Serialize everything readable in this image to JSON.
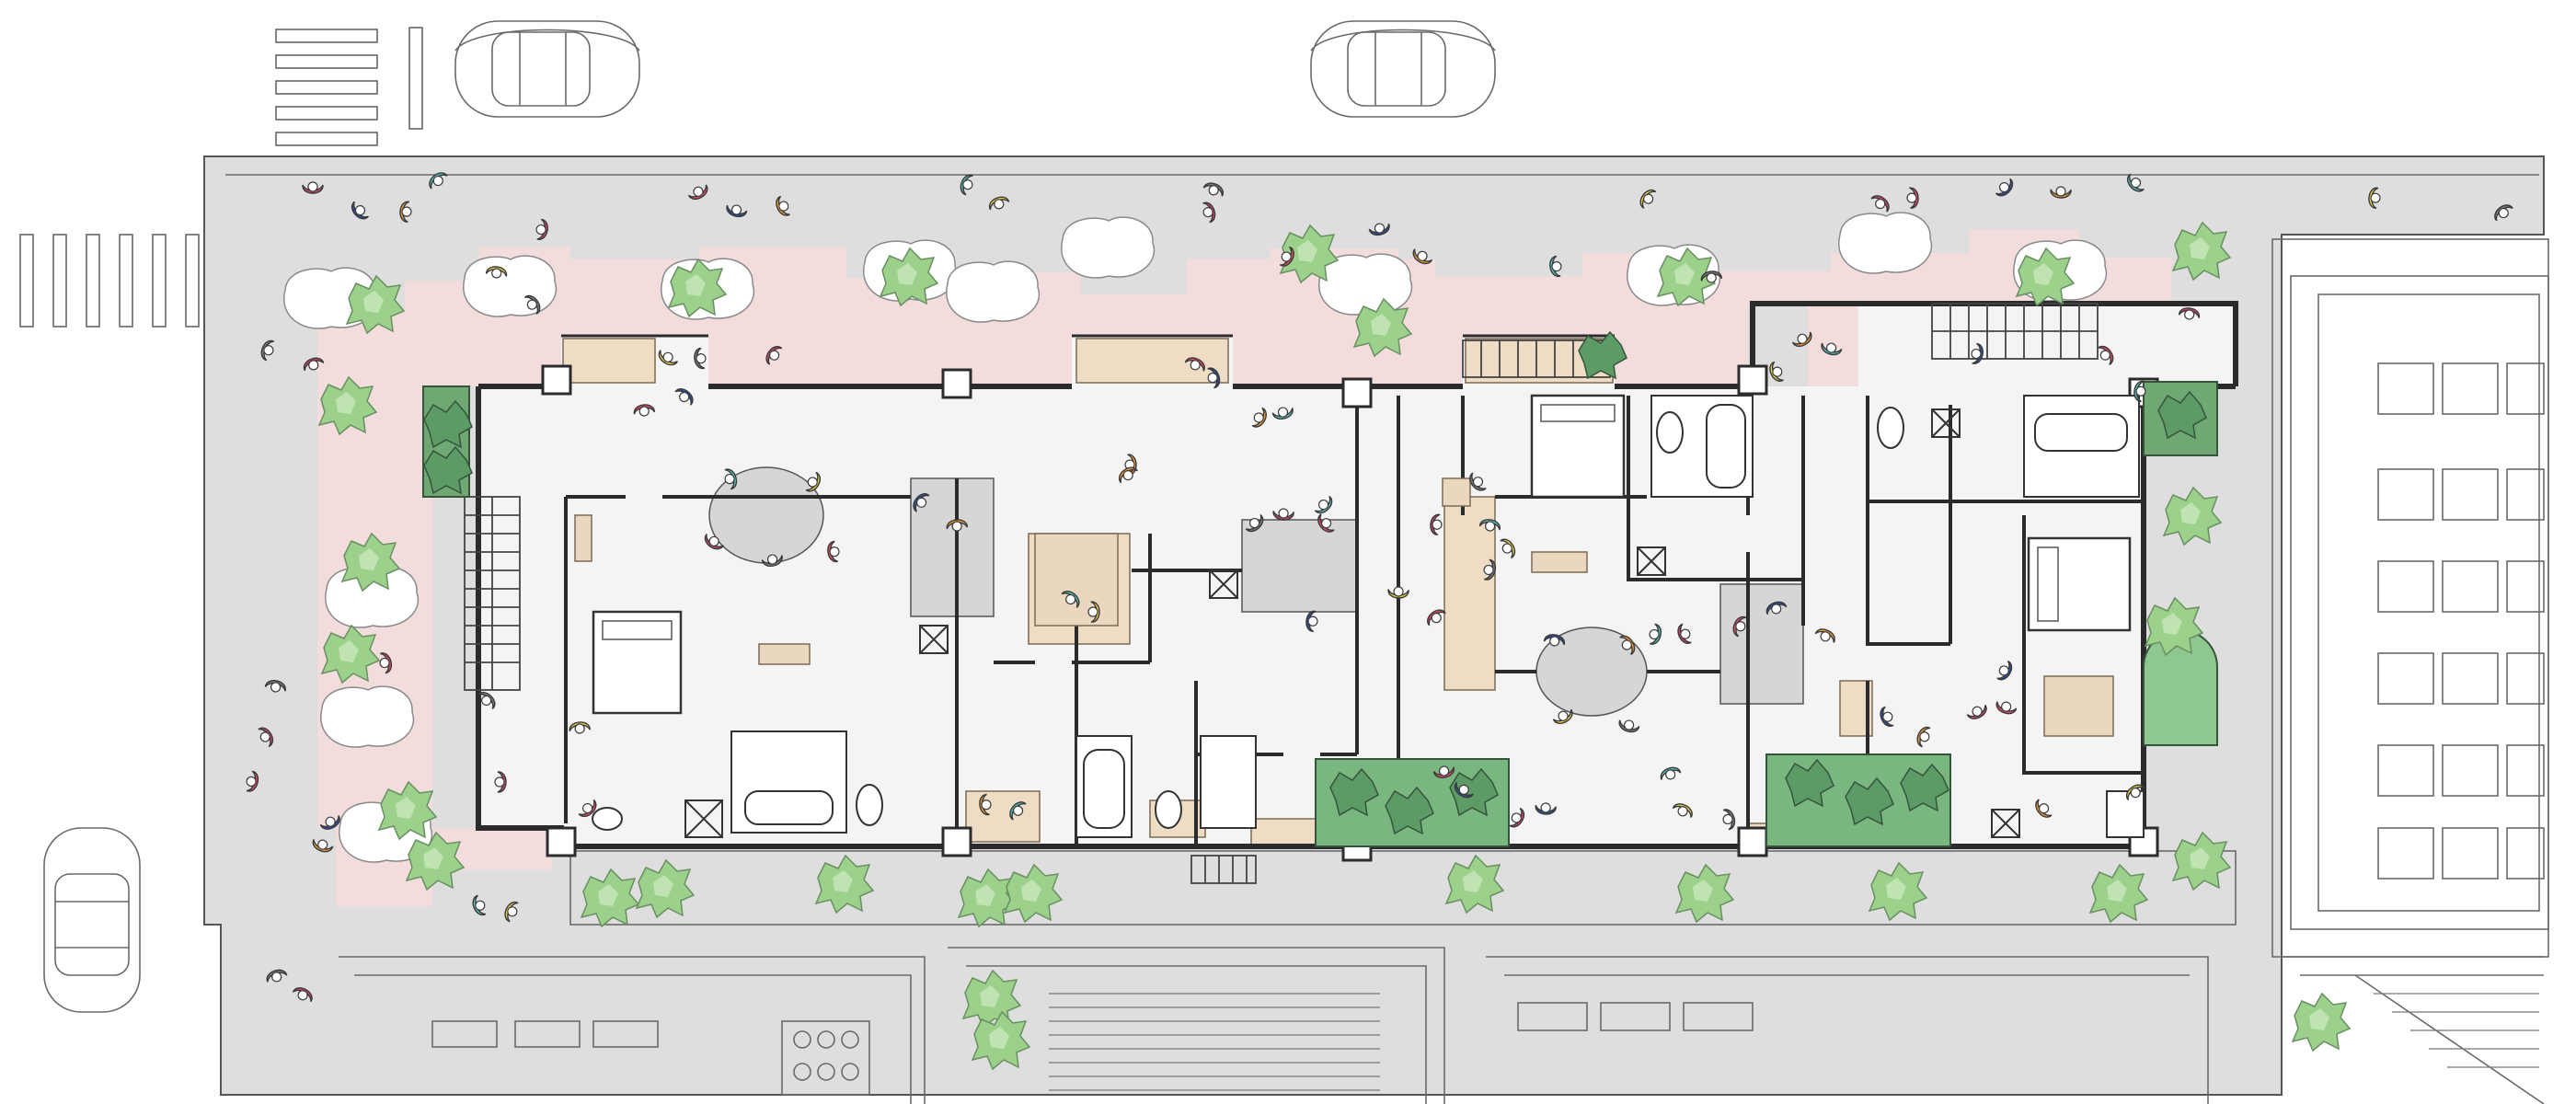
{
  "colors": {
    "street": "#dcdcdc",
    "plaza": "#f1dada",
    "interior": "#f4f4f4",
    "wood": "#eddcc6",
    "greenery": "#9bcf8f",
    "planting_dark": "#5f9a68",
    "blob": "#ffffff",
    "wall": "#2b2b2b"
  },
  "people_palette": [
    "#e44a6a",
    "#2d4f9a",
    "#f29a3a",
    "#55bfb5",
    "#e9d04a",
    "#7a7a7a",
    "#c8456a"
  ],
  "icons": [
    "tree-icon",
    "person-icon",
    "car-icon",
    "bed-icon",
    "bathtub-icon",
    "toilet-icon",
    "sink-icon",
    "table-icon",
    "stair-icon",
    "crosswalk-icon",
    "column-icon",
    "shrub-icon"
  ],
  "rooms": [
    "living-dining",
    "bedroom",
    "bathroom",
    "kitchen",
    "study",
    "studio",
    "stair-hall",
    "balcony"
  ]
}
